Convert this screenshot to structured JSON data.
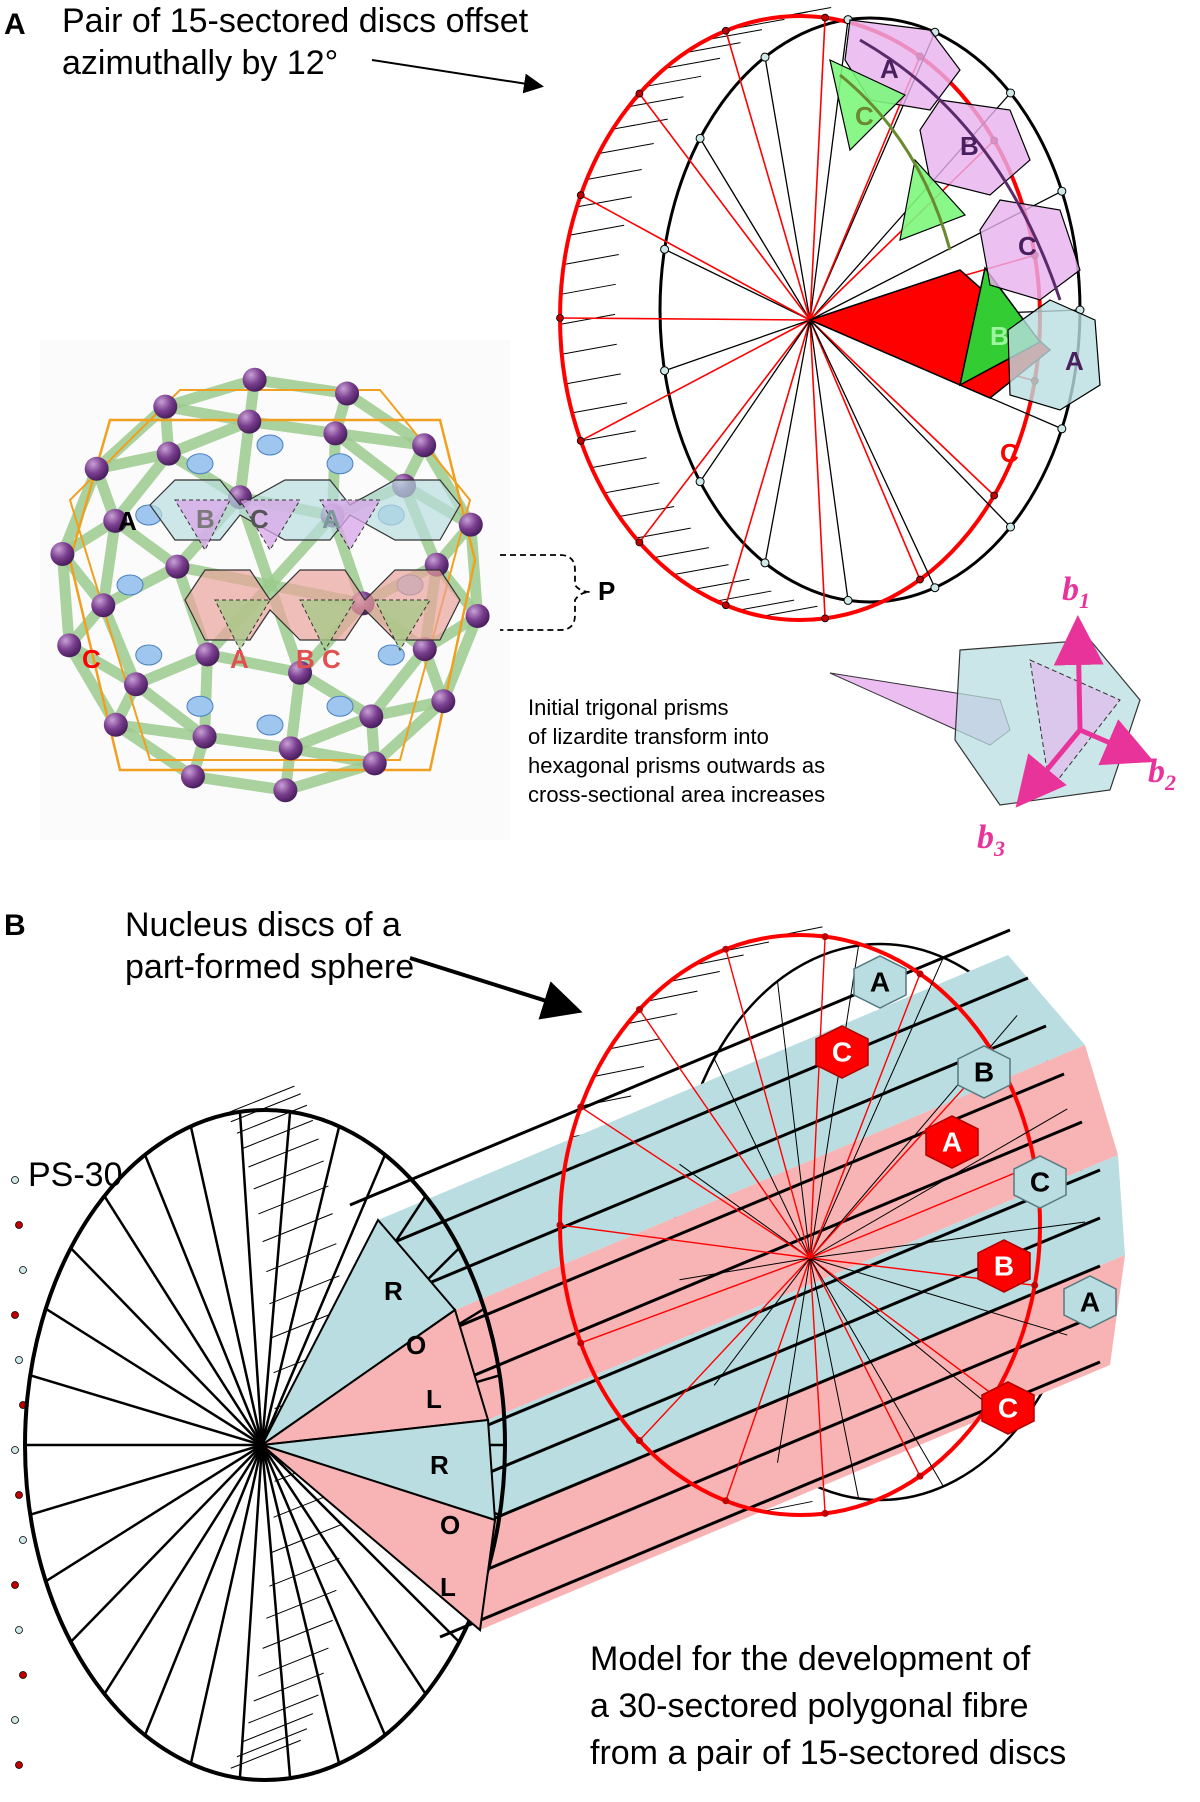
{
  "panel_a": {
    "letter": "A",
    "caption_line1": "Pair of 15-sectored discs offset",
    "caption_line2": "azimuthally by 12°",
    "prism_note_line1": "Initial trigonal prisms",
    "prism_note_line2": "of lizardite transform into",
    "prism_note_line3": "hexagonal prisms outwards as",
    "prism_note_line4": "cross-sectional area increases",
    "sphere_labels": {
      "top_a": "A",
      "top_b": "B",
      "top_c": "C",
      "top_a2": "A",
      "bottom_a": "A",
      "bottom_b": "B",
      "bottom_c": "C",
      "left_c": "C",
      "bracket": "P"
    },
    "disc_labels": {
      "arc_a_top": "A",
      "arc_b": "B",
      "arc_c": "C",
      "arc_a": "A",
      "green_c": "C",
      "green_b": "B",
      "red_c": "C"
    },
    "vectors": {
      "b1": "b",
      "b1_sub": "1",
      "b2": "b",
      "b2_sub": "2",
      "b3": "b",
      "b3_sub": "3"
    }
  },
  "panel_b": {
    "letter": "B",
    "caption_line1": "Nucleus discs of a",
    "caption_line2": "part-formed sphere",
    "ps_label": "PS-30",
    "model_line1": "Model for the development of",
    "model_line2": "a 30-sectored polygonal fibre",
    "model_line3": "from a pair of 15-sectored discs",
    "rim_letters": [
      "R",
      "O",
      "L",
      "R",
      "O",
      "L"
    ],
    "hex_labels": [
      "A",
      "C",
      "B",
      "A",
      "C",
      "B",
      "A",
      "C"
    ]
  },
  "colors": {
    "red": "#ff0000",
    "green_fill": "#7cf77c",
    "pink_fill": "#e7b2ef",
    "blue_fill": "#b9dde0",
    "salmon_fill": "#f8b4b4",
    "sphere_green": "#9ccb8e",
    "sphere_orange": "#f0a020",
    "sphere_purple": "#7a3f8f",
    "vector_magenta": "#e8349a"
  }
}
